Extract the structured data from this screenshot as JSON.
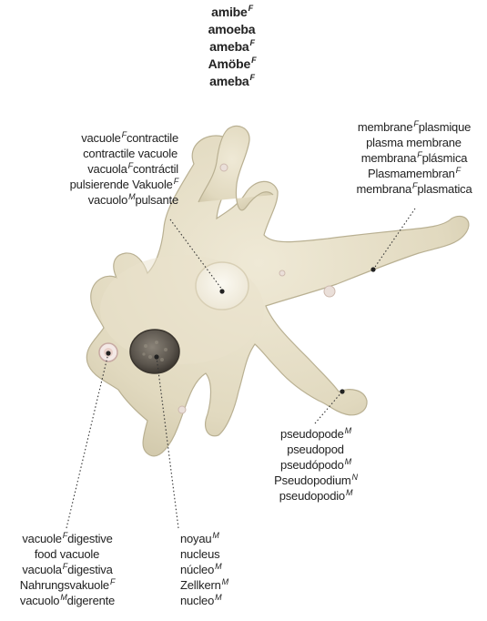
{
  "title": [
    {
      "text": "amibe",
      "g": "F"
    },
    {
      "text": "amoeba",
      "g": ""
    },
    {
      "text": "ameba",
      "g": "F"
    },
    {
      "text": "Amöbe",
      "g": "F"
    },
    {
      "text": "ameba",
      "g": "F"
    }
  ],
  "labels": {
    "contractile_vacuole": [
      {
        "a": "vacuole",
        "g": "F",
        "b": "contractile"
      },
      {
        "a": "contractile vacuole",
        "g": "",
        "b": ""
      },
      {
        "a": "vacuola",
        "g": "F",
        "b": "contráctil"
      },
      {
        "a": "pulsierende Vakuole",
        "g": "F",
        "b": ""
      },
      {
        "a": "vacuolo",
        "g": "M",
        "b": "pulsante"
      }
    ],
    "plasma_membrane": [
      {
        "a": "membrane",
        "g": "F",
        "b": "plasmique"
      },
      {
        "a": "plasma membrane",
        "g": "",
        "b": ""
      },
      {
        "a": "membrana",
        "g": "F",
        "b": "plásmica"
      },
      {
        "a": "Plasmamembran",
        "g": "F",
        "b": ""
      },
      {
        "a": "membrana",
        "g": "F",
        "b": "plasmatica"
      }
    ],
    "pseudopod": [
      {
        "a": "pseudopode",
        "g": "M"
      },
      {
        "a": "pseudopod",
        "g": ""
      },
      {
        "a": "pseudópodo",
        "g": "M"
      },
      {
        "a": "Pseudopodium",
        "g": "N"
      },
      {
        "a": "pseudopodio",
        "g": "M"
      }
    ],
    "food_vacuole": [
      {
        "a": "vacuole",
        "g": "F",
        "b": "digestive"
      },
      {
        "a": "food vacuole",
        "g": "",
        "b": ""
      },
      {
        "a": "vacuola",
        "g": "F",
        "b": "digestiva"
      },
      {
        "a": "Nahrungsvakuole",
        "g": "F",
        "b": ""
      },
      {
        "a": "vacuolo",
        "g": "M",
        "b": "digerente"
      }
    ],
    "nucleus": [
      {
        "a": "noyau",
        "g": "M"
      },
      {
        "a": "nucleus",
        "g": ""
      },
      {
        "a": "núcleo",
        "g": "M"
      },
      {
        "a": "Zellkern",
        "g": "M"
      },
      {
        "a": "nucleo",
        "g": "M"
      }
    ]
  }
}
